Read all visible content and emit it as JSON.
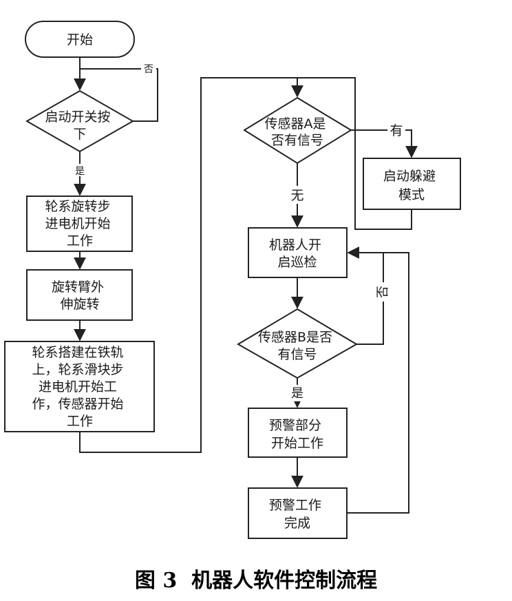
{
  "nodes": {
    "start": "开始",
    "switch_decision": [
      "启动开关按",
      "下"
    ],
    "wheel_motor": [
      "轮系旋转步",
      "进电机开始",
      "工作"
    ],
    "arm_extend": [
      "旋转臂外",
      "伸旋转"
    ],
    "rail_setup": [
      "轮系搭建在铁轨",
      "上，轮系滑块步",
      "进电机开始工",
      "作，传感器开始",
      "工作"
    ],
    "sensor_a_decision": [
      "传感器A是",
      "否有信号"
    ],
    "avoid_mode": [
      "启动躲避",
      "模式"
    ],
    "patrol": [
      "机器人开",
      "启巡检"
    ],
    "sensor_b_decision": [
      "传感器B是否",
      "有信号"
    ],
    "warning_start": [
      "预警部分",
      "开始工作"
    ],
    "warning_done": [
      "预警工作",
      "完成"
    ]
  },
  "edge_labels": {
    "switch_no": "否",
    "switch_yes": "是",
    "sensor_a_yes": "有",
    "sensor_a_no": "无",
    "sensor_b_no": "否",
    "sensor_b_yes": "是"
  },
  "caption": {
    "figure_no": "图 3",
    "title": "机器人软件控制流程"
  },
  "colors": {
    "line": "#222222",
    "text": "#1a1a1a"
  }
}
